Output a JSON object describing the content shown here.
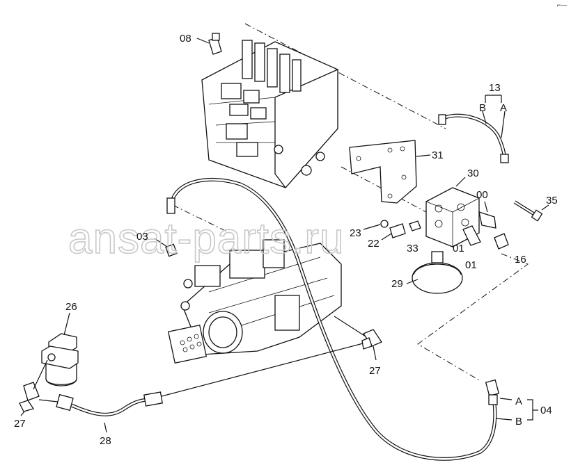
{
  "watermark": "ansat-parts.ru",
  "corner_mark": "⌐—",
  "callouts": {
    "c08": "08",
    "c13": "13",
    "c13_b": "B",
    "c13_a": "A",
    "c31": "31",
    "c30": "30",
    "c00": "00",
    "c35": "35",
    "c03": "03",
    "c23": "23",
    "c22": "22",
    "c33": "33",
    "c01a": "01",
    "c01b": "01",
    "c16": "16",
    "c29": "29",
    "c26": "26",
    "c27a": "27",
    "c27b": "27",
    "c28": "28",
    "c04": "04",
    "c04_a": "A",
    "c04_b": "B"
  }
}
